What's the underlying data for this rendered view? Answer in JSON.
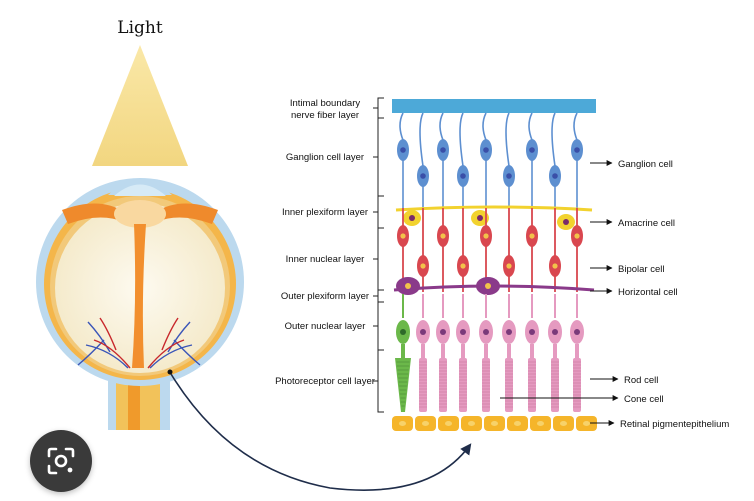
{
  "title": "Light",
  "layers": [
    {
      "line1": "Intimal boundary",
      "line2": "nerve fiber layer"
    },
    {
      "line1": "Ganglion cell layer",
      "line2": ""
    },
    {
      "line1": "Inner plexiform layer",
      "line2": ""
    },
    {
      "line1": "Inner nuclear layer",
      "line2": ""
    },
    {
      "line1": "Outer plexiform layer",
      "line2": ""
    },
    {
      "line1": "Outer nuclear layer",
      "line2": ""
    },
    {
      "line1": "Photoreceptor cell layer",
      "line2": ""
    }
  ],
  "cells": {
    "ganglion": "Ganglion cell",
    "amacrine": "Amacrine cell",
    "bipolar": "Bipolar cell",
    "horizontal": "Horizontal cell",
    "rod": "Rod cell",
    "cone": "Cone cell",
    "rpe": "Retinal pigmentepithelium"
  },
  "colors": {
    "nerve_fiber": "#4da9d8",
    "ganglion": "#5d8fd0",
    "bipolar": "#d9474f",
    "amacrine": "#f2d22e",
    "horizontal": "#8a3a8a",
    "rod": "#e59ac0",
    "cone": "#6bb84a",
    "rpe": "#f5b52a",
    "light_beam": "#f4dc8c",
    "eye_outer": "#9ec7e8"
  },
  "icons": {
    "lens_button": "image-search-icon"
  }
}
